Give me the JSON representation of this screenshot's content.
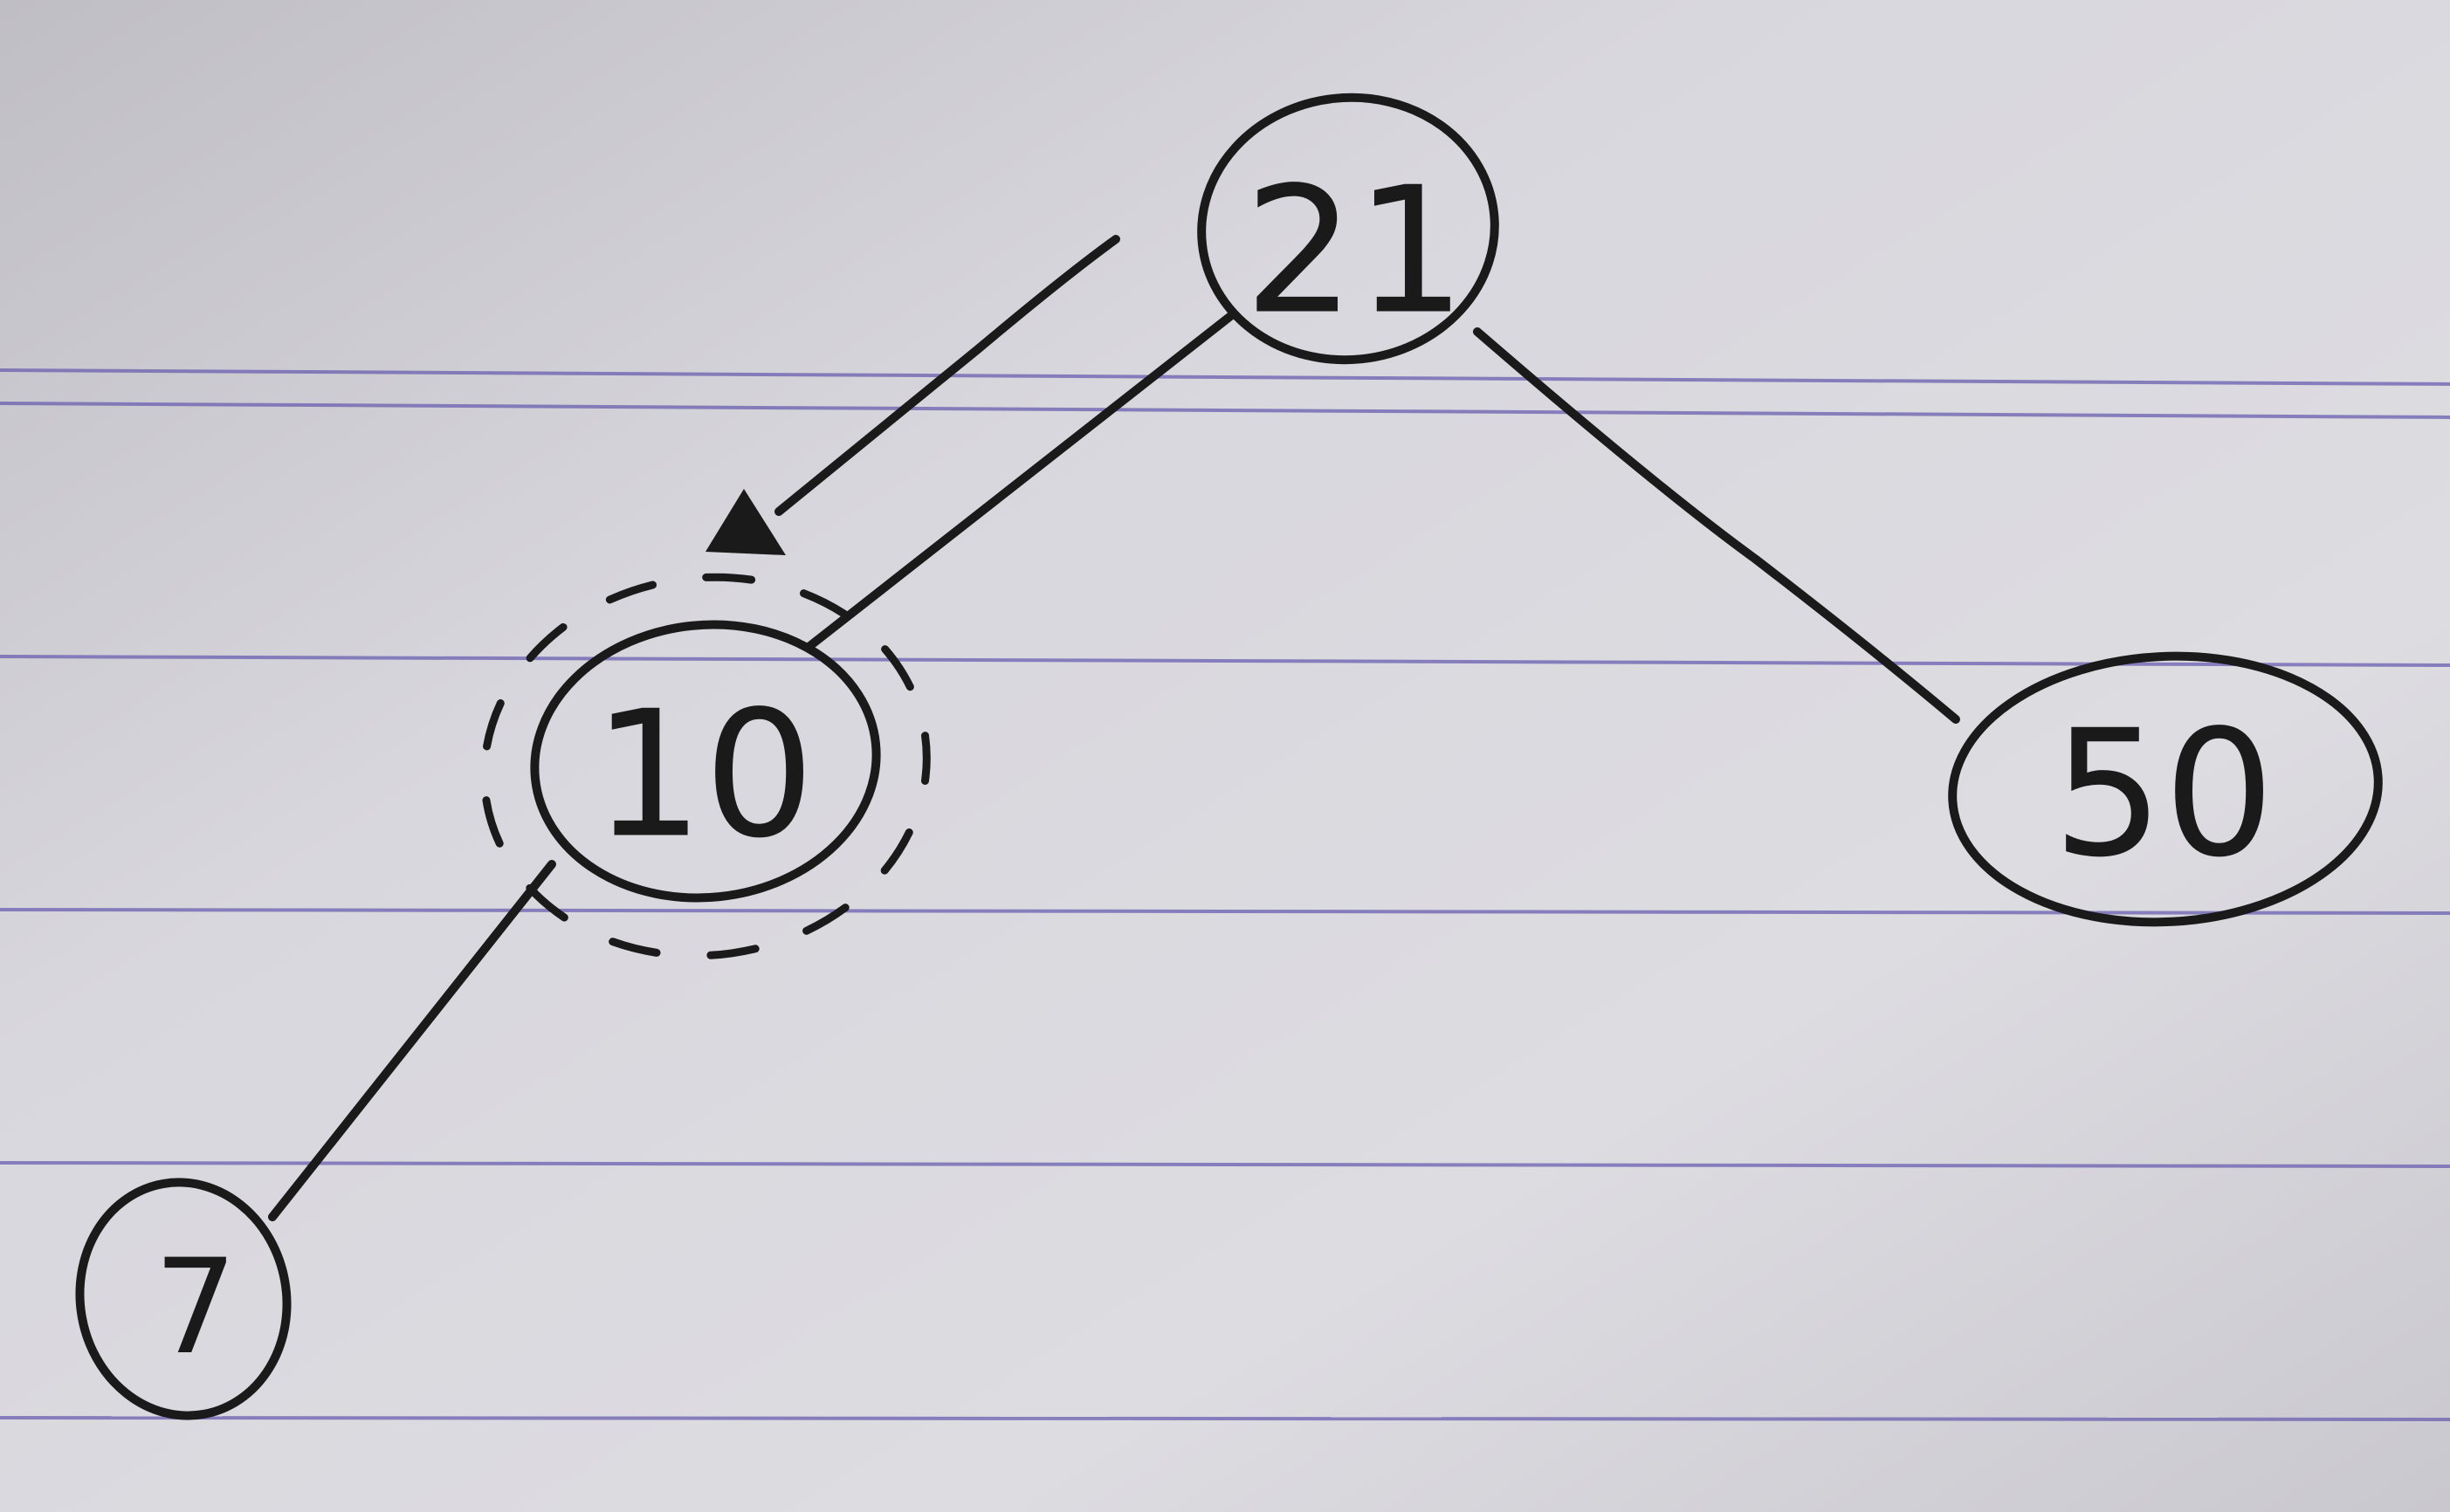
{
  "diagram": {
    "type": "binary-tree",
    "nodes": [
      {
        "id": "n21",
        "label": "21"
      },
      {
        "id": "n10",
        "label": "10",
        "highlighted": true
      },
      {
        "id": "n50",
        "label": "50"
      },
      {
        "id": "n7",
        "label": "7"
      }
    ],
    "edges": [
      {
        "from": "n21",
        "to": "n10"
      },
      {
        "from": "n21",
        "to": "n50"
      },
      {
        "from": "n10",
        "to": "n7"
      }
    ],
    "pointer_arrow_target": "n10"
  },
  "colors": {
    "ink": "#1a1a1a",
    "paper": "#d6d5db",
    "rule_line": "#6a5fb0"
  }
}
